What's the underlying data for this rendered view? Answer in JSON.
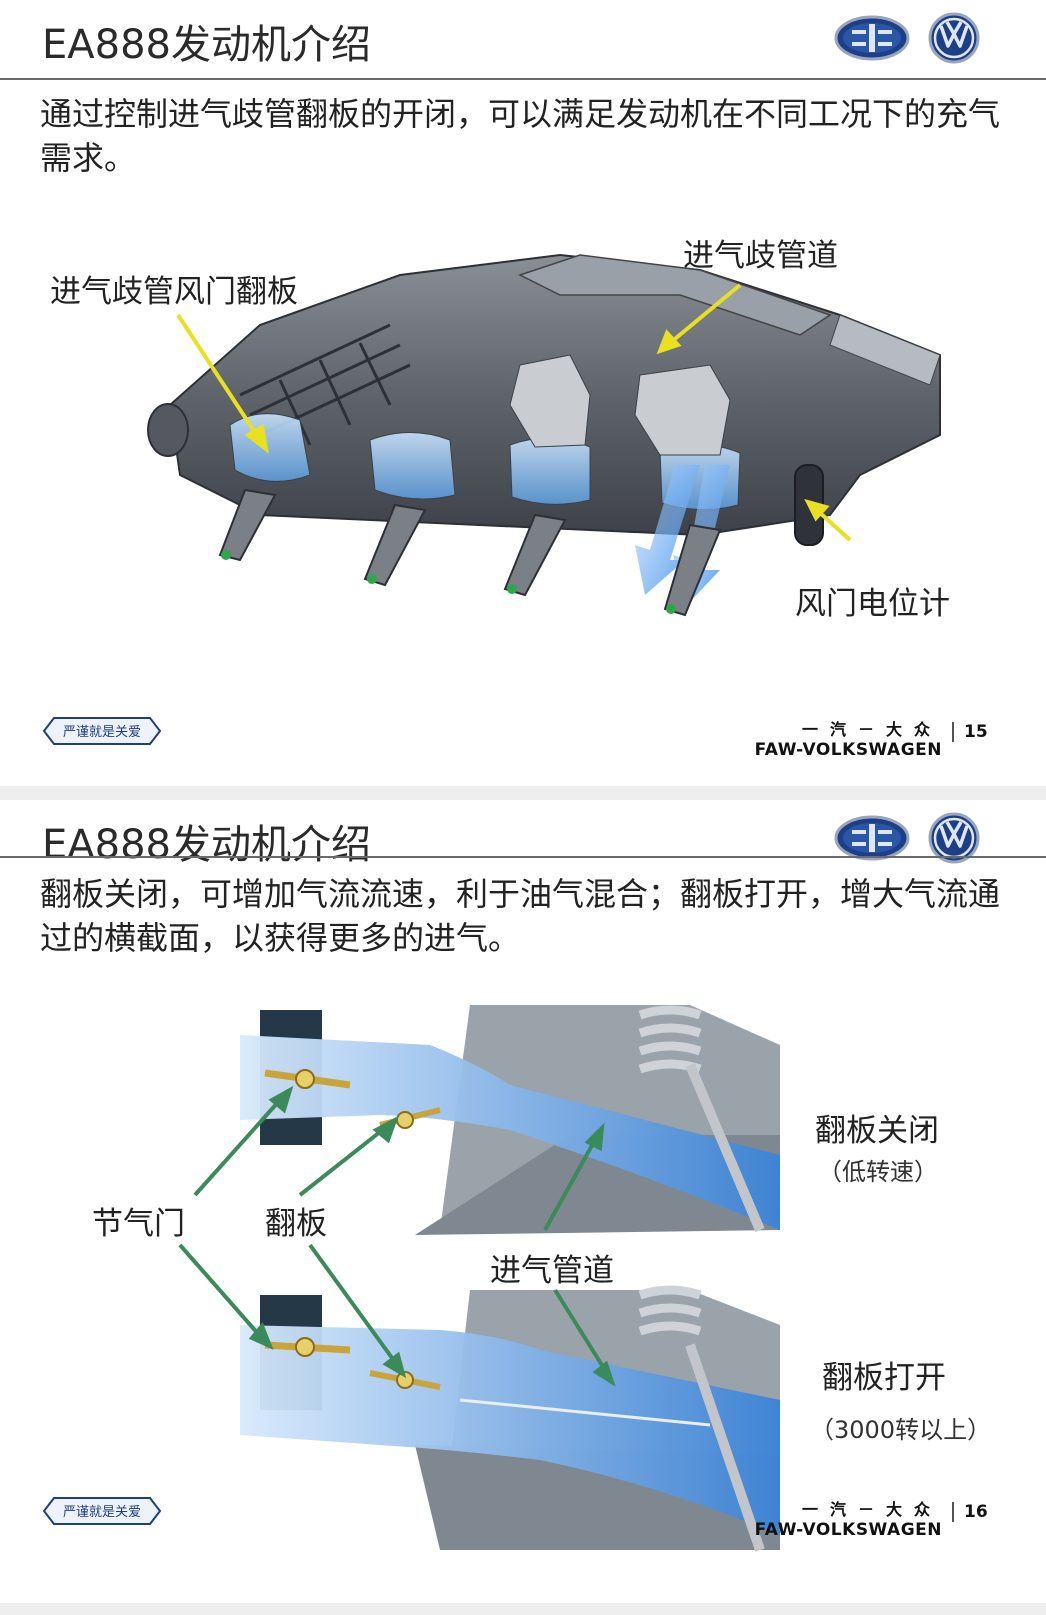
{
  "slides": [
    {
      "title": "EA888发动机介绍",
      "body": "通过控制进气歧管翻板的开闭，可以满足发动机在不同工况下的充气需求。",
      "labels": {
        "flap": "进气歧管风门翻板",
        "channel": "进气歧管道",
        "potentiometer": "风门电位计"
      },
      "footer": {
        "badge": "严谨就是关爱",
        "brand_cn": "一汽－大众",
        "brand_en": "FAW-VOLKSWAGEN",
        "page": "15"
      }
    },
    {
      "title": "EA888发动机介绍",
      "body": "翻板关闭，可增加气流流速，利于油气混合；翻板打开，增大气流通过的横截面，以获得更多的进气。",
      "labels": {
        "throttle": "节气门",
        "flap": "翻板",
        "channel": "进气管道",
        "closed": "翻板关闭",
        "closed_note": "（低转速）",
        "open": "翻板打开",
        "open_note": "（3000转以上）"
      },
      "footer": {
        "badge": "严谨就是关爱",
        "brand_cn": "一汽－大众",
        "brand_en": "FAW-VOLKSWAGEN",
        "page": "16"
      }
    }
  ],
  "colors": {
    "accent_arrow_yellow": "#e8e020",
    "accent_arrow_green": "#3b8a5a",
    "airflow_blue": "#6fa8e0",
    "logo_blue": "#1c3f86"
  }
}
